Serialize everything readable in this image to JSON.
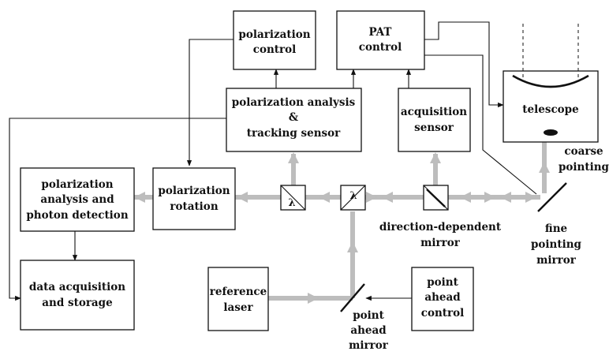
{
  "boxes": {
    "polarization_control": [
      "polarization",
      "control"
    ],
    "pat_control": [
      "PAT",
      "control"
    ],
    "polarization_analysis_tracking": [
      "polarization analysis",
      "&",
      "tracking sensor"
    ],
    "acquisition_sensor": [
      "acquisition",
      "sensor"
    ],
    "telescope": [
      "telescope"
    ],
    "polarization_analysis_detection": [
      "polarization",
      "analysis and",
      "photon detection"
    ],
    "polarization_rotation": [
      "polarization",
      "rotation"
    ],
    "data_acquisition": [
      "data acquisition",
      "and storage"
    ],
    "reference_laser": [
      "reference",
      "laser"
    ],
    "point_ahead_control": [
      "point",
      "ahead",
      "control"
    ]
  },
  "labels": {
    "coarse_pointing": [
      "coarse",
      "pointing"
    ],
    "fine_pointing_mirror": [
      "fine",
      "pointing",
      "mirror"
    ],
    "direction_dependent_mirror": [
      "direction-dependent",
      "mirror"
    ],
    "point_ahead_mirror": [
      "point",
      "ahead",
      "mirror"
    ]
  },
  "symbols": {
    "waveplate_1": "λ",
    "waveplate_2": "λ"
  }
}
